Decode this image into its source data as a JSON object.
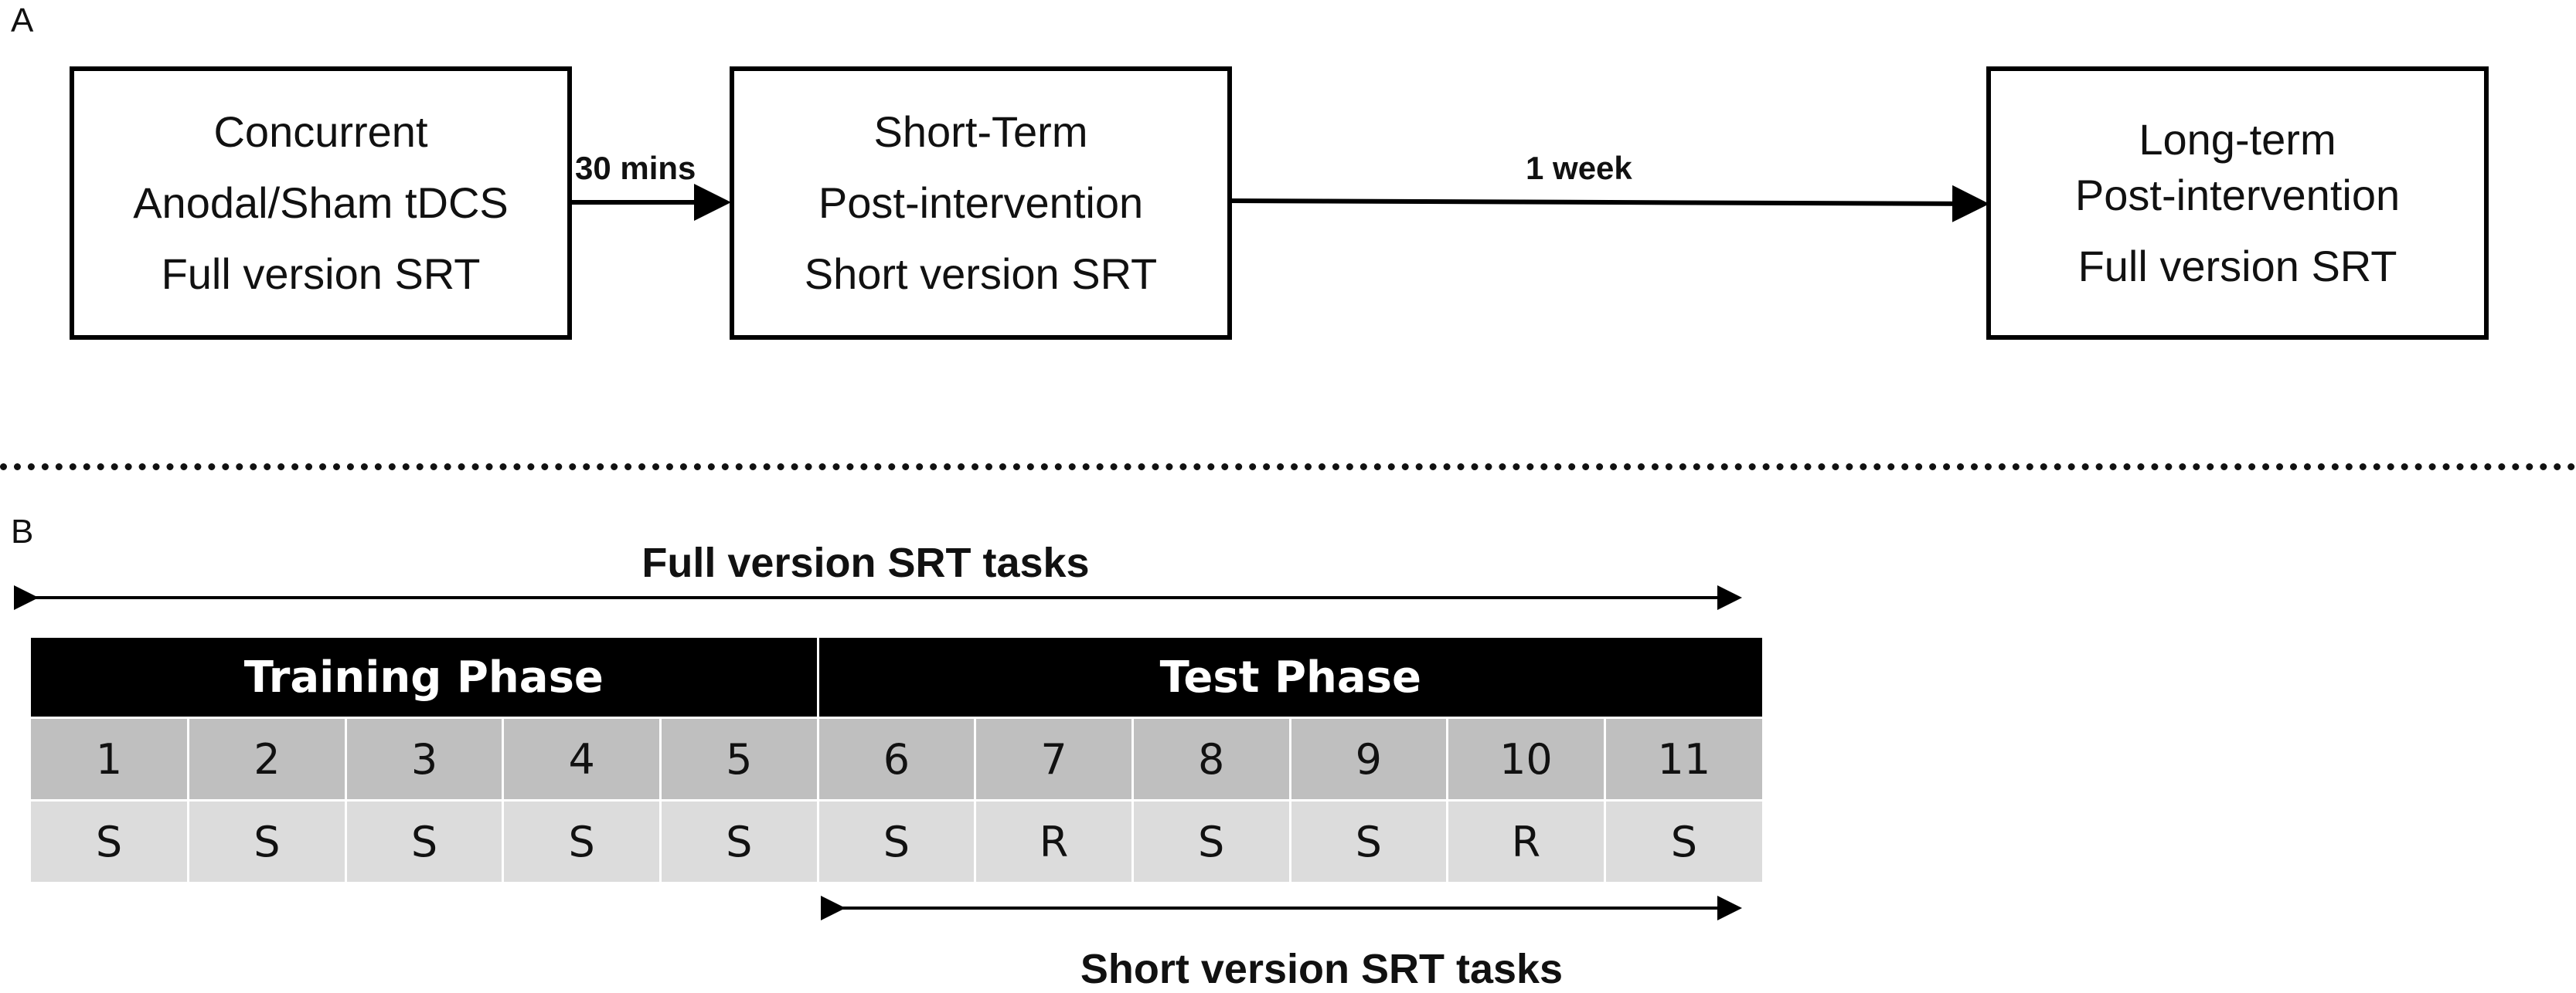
{
  "panel_a": {
    "label": "A",
    "stages": [
      {
        "lines": [
          "Concurrent",
          "Anodal/Sham tDCS",
          "Full version SRT"
        ]
      },
      {
        "lines": [
          "Short-Term",
          "Post-intervention",
          "Short version SRT"
        ]
      },
      {
        "lines": [
          "Long-term",
          "Post-intervention",
          "Full version SRT"
        ]
      }
    ],
    "transitions": [
      {
        "label": "30 mins"
      },
      {
        "label": "1 week"
      }
    ]
  },
  "panel_b": {
    "label": "B",
    "full_span_title": "Full version SRT tasks",
    "short_span_title": "Short version SRT tasks",
    "phases": [
      {
        "label": "Training Phase",
        "blocks": 5
      },
      {
        "label": "Test Phase",
        "blocks": 6
      }
    ],
    "block_numbers": [
      "1",
      "2",
      "3",
      "4",
      "5",
      "6",
      "7",
      "8",
      "9",
      "10",
      "11"
    ],
    "block_types": [
      "S",
      "S",
      "S",
      "S",
      "S",
      "S",
      "R",
      "S",
      "S",
      "R",
      "S"
    ]
  }
}
